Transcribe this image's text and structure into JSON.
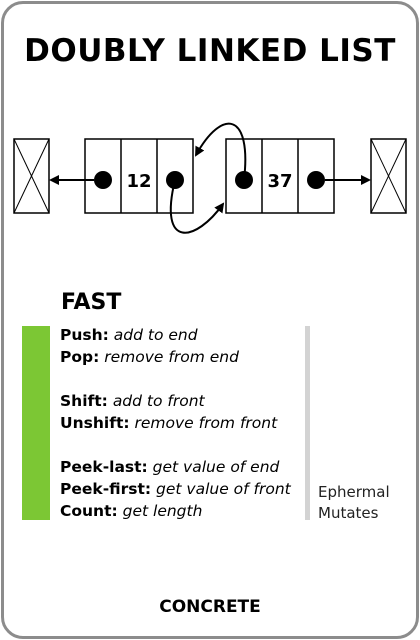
{
  "title": "DOUBLY LINKED LIST",
  "diagram": {
    "nodes": [
      {
        "value": "12"
      },
      {
        "value": "37"
      }
    ]
  },
  "speed_label": "FAST",
  "operations": [
    [
      {
        "name": "Push:",
        "desc": "add to end"
      },
      {
        "name": "Pop:",
        "desc": "remove from end"
      }
    ],
    [
      {
        "name": "Shift:",
        "desc": "add to front"
      },
      {
        "name": "Unshift:",
        "desc": "remove from front"
      }
    ],
    [
      {
        "name": "Peek-last:",
        "desc": "get value of end"
      },
      {
        "name": "Peek-first:",
        "desc": "get value of front"
      },
      {
        "name": "Count:",
        "desc": "get length"
      }
    ]
  ],
  "traits": [
    "Ephermal",
    "Mutates"
  ],
  "footer": "CONCRETE",
  "colors": {
    "speed_bar": "#7cc734",
    "divider": "#d3d3d3",
    "border": "#8c8c8c"
  }
}
